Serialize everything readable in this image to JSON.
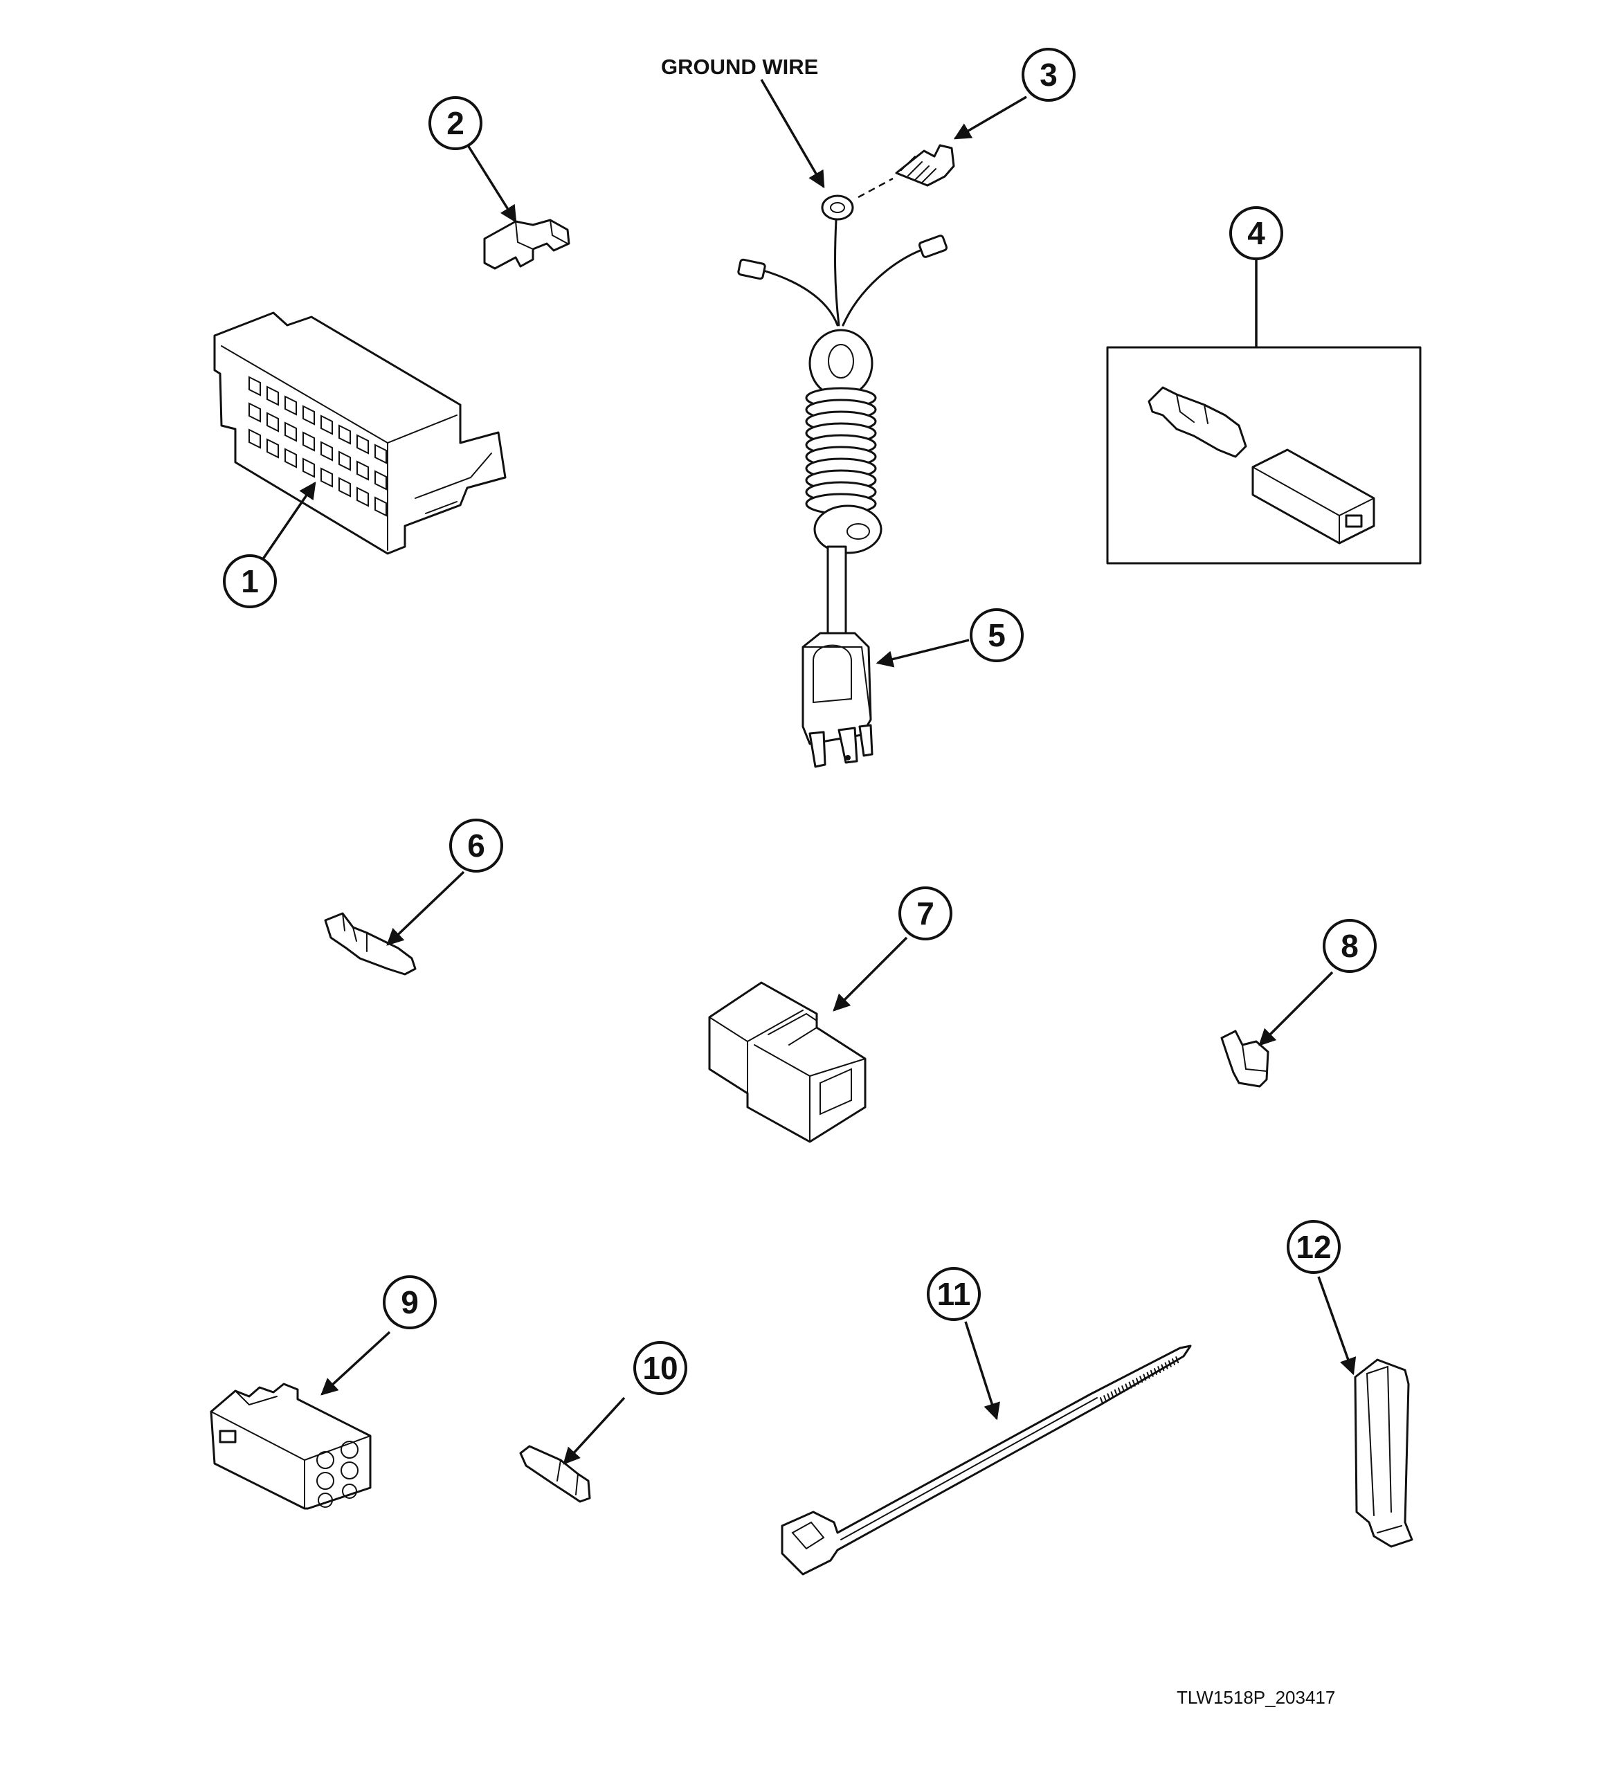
{
  "diagram": {
    "labels": {
      "ground_wire": "GROUND WIRE",
      "drawing_code": "TLW1518P_203417"
    },
    "callouts": {
      "c1": "1",
      "c2": "2",
      "c3": "3",
      "c4": "4",
      "c5": "5",
      "c6": "6",
      "c7": "7",
      "c8": "8",
      "c9": "9",
      "c10": "10",
      "c11": "11",
      "c12": "12"
    }
  }
}
